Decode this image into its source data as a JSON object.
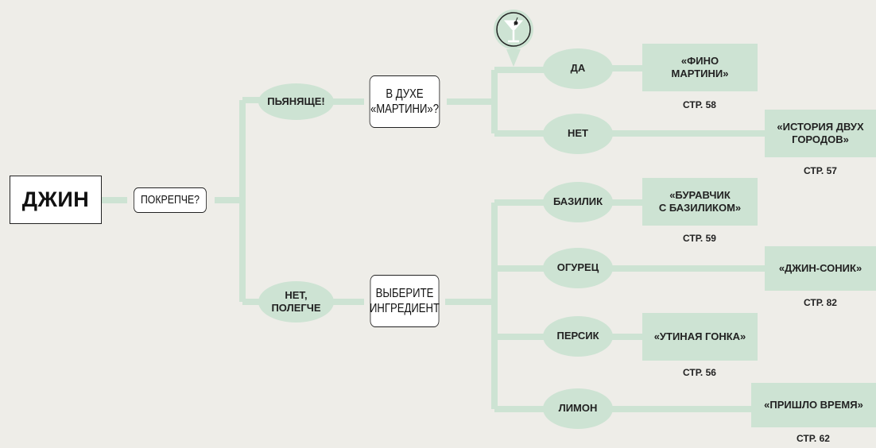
{
  "colors": {
    "background": "#eeede8",
    "connector": "#cde3d3",
    "node_fill": "#cde3d3",
    "box_border": "#222222"
  },
  "root": {
    "label": "ДЖИН"
  },
  "question_strength": {
    "label": "ПОКРЕПЧЕ?"
  },
  "branch_strong": {
    "label": "ПЬЯНЯЩЕ!",
    "question": "В ДУХЕ\n«МАРТИНИ»?",
    "icon": "martini-glass-icon",
    "answers": [
      {
        "label": "ДА",
        "result": "«ФИНО\nМАРТИНИ»",
        "page": "СТР. 58"
      },
      {
        "label": "НЕТ",
        "result": "«ИСТОРИЯ ДВУХ\nГОРОДОВ»",
        "page": "СТР. 57"
      }
    ]
  },
  "branch_light": {
    "label": "НЕТ,\nПОЛЕГЧЕ",
    "question": "ВЫБЕРИТЕ\nИНГРЕДИЕНТ",
    "answers": [
      {
        "label": "БАЗИЛИК",
        "result": "«БУРАВЧИК\nС БАЗИЛИКОМ»",
        "page": "СТР. 59"
      },
      {
        "label": "ОГУРЕЦ",
        "result": "«ДЖИН-СОНИК»",
        "page": "СТР. 82"
      },
      {
        "label": "ПЕРСИК",
        "result": "«УТИНАЯ ГОНКА»",
        "page": "СТР. 56"
      },
      {
        "label": "ЛИМОН",
        "result": "«ПРИШЛО ВРЕМЯ»",
        "page": "СТР. 62"
      }
    ]
  }
}
